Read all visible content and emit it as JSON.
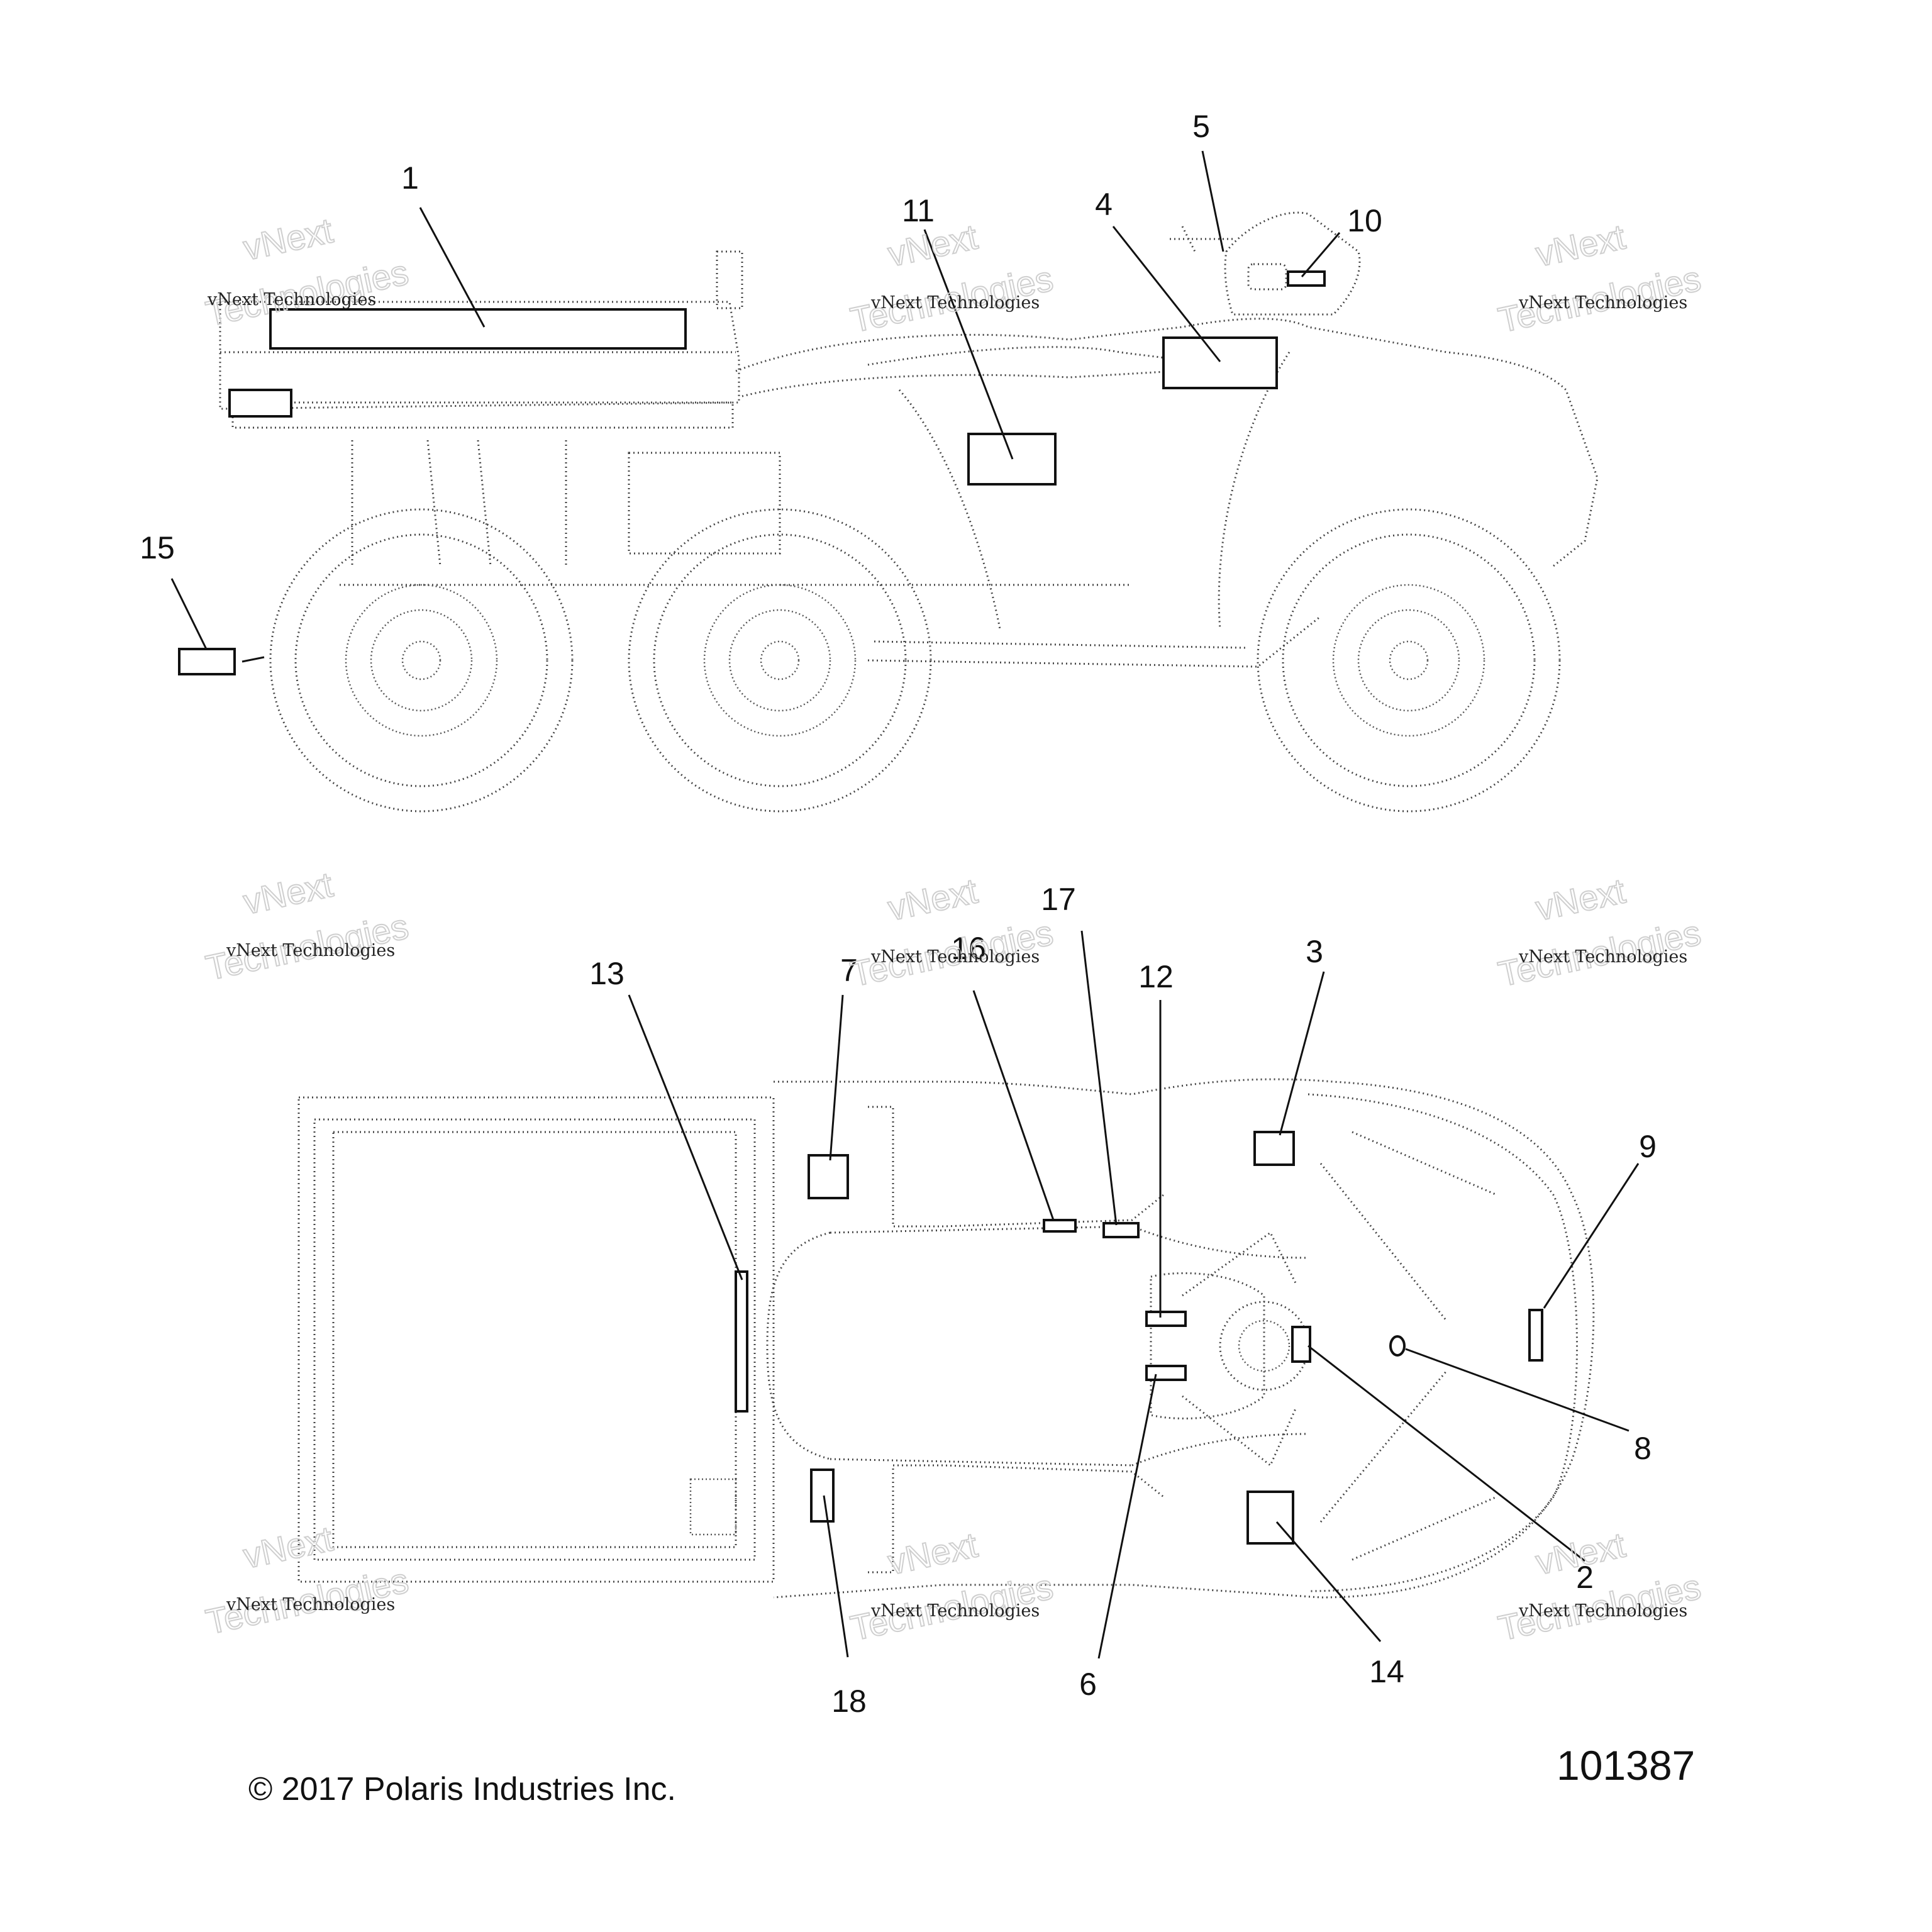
{
  "callouts": [
    {
      "id": "1",
      "text": "1"
    },
    {
      "id": "2",
      "text": "2"
    },
    {
      "id": "3",
      "text": "3"
    },
    {
      "id": "4",
      "text": "4"
    },
    {
      "id": "5",
      "text": "5"
    },
    {
      "id": "6",
      "text": "6"
    },
    {
      "id": "7",
      "text": "7"
    },
    {
      "id": "8",
      "text": "8"
    },
    {
      "id": "9",
      "text": "9"
    },
    {
      "id": "10",
      "text": "10"
    },
    {
      "id": "11",
      "text": "11"
    },
    {
      "id": "12",
      "text": "12"
    },
    {
      "id": "13",
      "text": "13"
    },
    {
      "id": "14",
      "text": "14"
    },
    {
      "id": "15",
      "text": "15"
    },
    {
      "id": "16",
      "text": "16"
    },
    {
      "id": "17",
      "text": "17"
    },
    {
      "id": "18",
      "text": "18"
    }
  ],
  "watermark": {
    "line1": "vNext Technologies",
    "big1": "vNext",
    "big2": "Technologies"
  },
  "footer": {
    "copyright": "© 2017 Polaris Industries Inc.",
    "part_number": "101387"
  },
  "colors": {
    "line": "#111111",
    "watermark": "#cfcfcf",
    "background": "#ffffff"
  }
}
